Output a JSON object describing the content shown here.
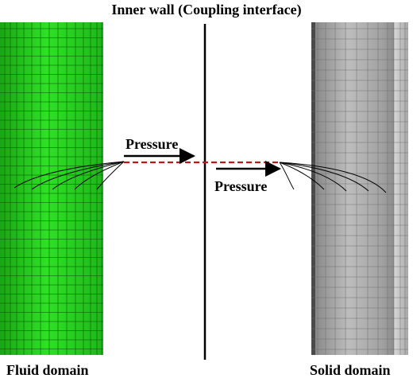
{
  "title": "Inner wall (Coupling interface)",
  "labels": {
    "fluid_domain": "Fluid domain",
    "solid_domain": "Solid domain",
    "pressure_left": "Pressure",
    "pressure_right": "Pressure"
  },
  "colors": {
    "fluid_fill": "#22d61a",
    "fluid_mesh": "#0c5a08",
    "solid_fill": "#a9a9a9",
    "solid_mesh": "#6a6a6a",
    "interface_line": "#000000",
    "dashed_line": "#c01818",
    "curves": "#000000"
  }
}
